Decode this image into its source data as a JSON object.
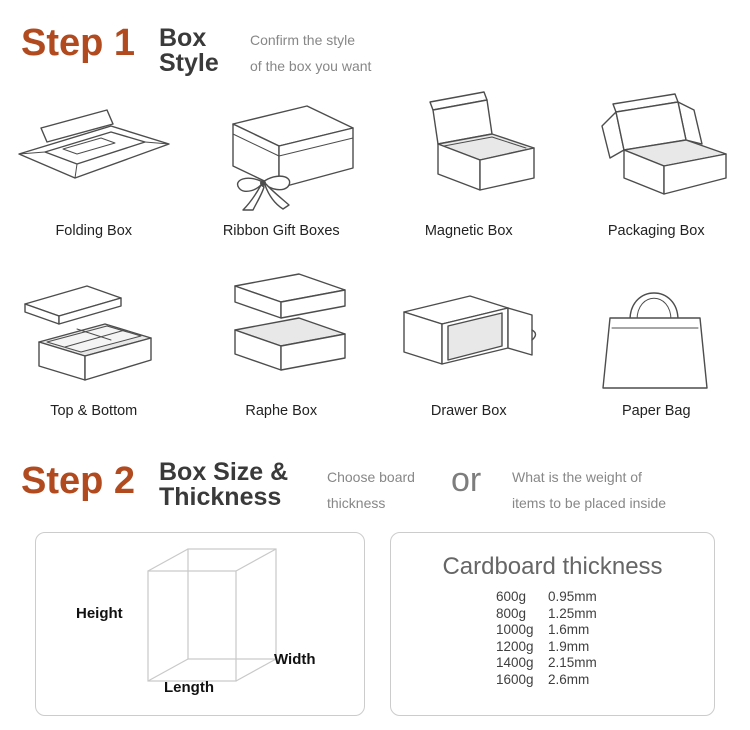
{
  "colors": {
    "accent": "#b14a1f",
    "heading": "#3a3a3a",
    "muted": "#878787"
  },
  "step1": {
    "label": "Step 1",
    "title_line1": "Box",
    "title_line2": "Style",
    "desc_line1": "Confirm the style",
    "desc_line2": "of the box you want",
    "boxes": [
      {
        "label": "Folding Box"
      },
      {
        "label": "Ribbon Gift Boxes"
      },
      {
        "label": "Magnetic Box"
      },
      {
        "label": "Packaging Box"
      },
      {
        "label": "Top & Bottom"
      },
      {
        "label": "Raphe Box"
      },
      {
        "label": "Drawer Box"
      },
      {
        "label": "Paper Bag"
      }
    ]
  },
  "step2": {
    "label": "Step 2",
    "title_line1": "Box Size &",
    "title_line2": "Thickness",
    "option1_line1": "Choose board",
    "option1_line2": "thickness",
    "or_label": "or",
    "option2_line1": "What is the weight of",
    "option2_line2": "items to be placed inside",
    "size_labels": {
      "height": "Height",
      "width": "Width",
      "length": "Length"
    },
    "thickness_table": {
      "title": "Cardboard thickness",
      "rows": [
        {
          "weight": "600g",
          "thickness": "0.95mm"
        },
        {
          "weight": "800g",
          "thickness": "1.25mm"
        },
        {
          "weight": "1000g",
          "thickness": "1.6mm"
        },
        {
          "weight": "1200g",
          "thickness": "1.9mm"
        },
        {
          "weight": "1400g",
          "thickness": "2.15mm"
        },
        {
          "weight": "1600g",
          "thickness": "2.6mm"
        }
      ]
    }
  }
}
